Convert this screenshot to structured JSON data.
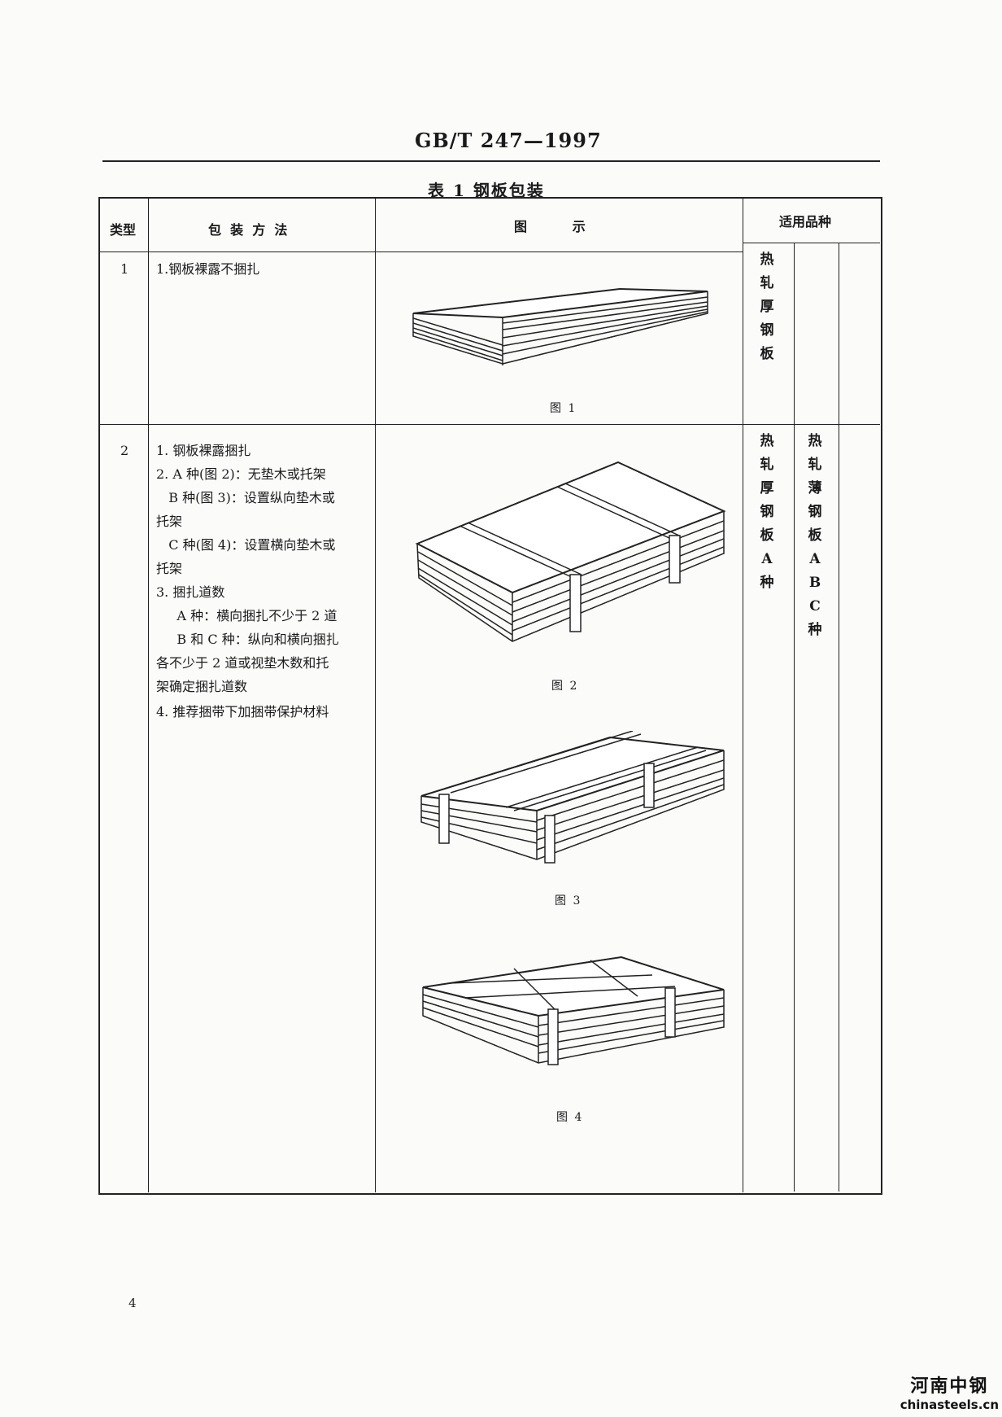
{
  "header": {
    "standard_no": "GB/T 247—1997"
  },
  "table": {
    "caption": "表 1   钢板包装",
    "headers": {
      "type": "类型",
      "method": "包  装  方  法",
      "illustration": "图          示",
      "applicable": "适用品种"
    },
    "rows": [
      {
        "type": "1",
        "method_lines": [
          "1.钢板裸露不捆扎"
        ],
        "figure_captions": [
          "图 1"
        ],
        "applicable_col1": [
          "热",
          "轧",
          "厚",
          "钢",
          "板"
        ],
        "applicable_col2": []
      },
      {
        "type": "2",
        "method_lines": [
          "1. 钢板裸露捆扎",
          "2. A 种(图 2)：无垫木或托架",
          "   B 种(图 3)：设置纵向垫木或",
          "托架",
          "   C 种(图 4)：设置横向垫木或",
          "托架",
          "3. 捆扎道数",
          "     A 种：横向捆扎不少于 2 道",
          "     B 和 C 种：纵向和横向捆扎",
          "各不少于 2 道或视垫木数和托",
          "架确定捆扎道数",
          "4. 推荐捆带下加捆带保护材料"
        ],
        "figure_captions": [
          "图 2",
          "图 3",
          "图 4"
        ],
        "applicable_col1": [
          "热",
          "轧",
          "厚",
          "钢",
          "板",
          "A",
          "种"
        ],
        "applicable_col2": [
          "热",
          "轧",
          "薄",
          "钢",
          "板",
          "A",
          "B",
          "C",
          "种"
        ]
      }
    ]
  },
  "footer": {
    "page_number": "4"
  },
  "watermark": {
    "cn": "河南中钢",
    "en": "chinasteels.cn"
  },
  "illustrations": [
    "stacked-steel-plates-unbundled",
    "bundled-plates-type-a",
    "bundled-plates-type-b-longitudinal-skids",
    "bundled-plates-type-c-transverse-skids"
  ]
}
